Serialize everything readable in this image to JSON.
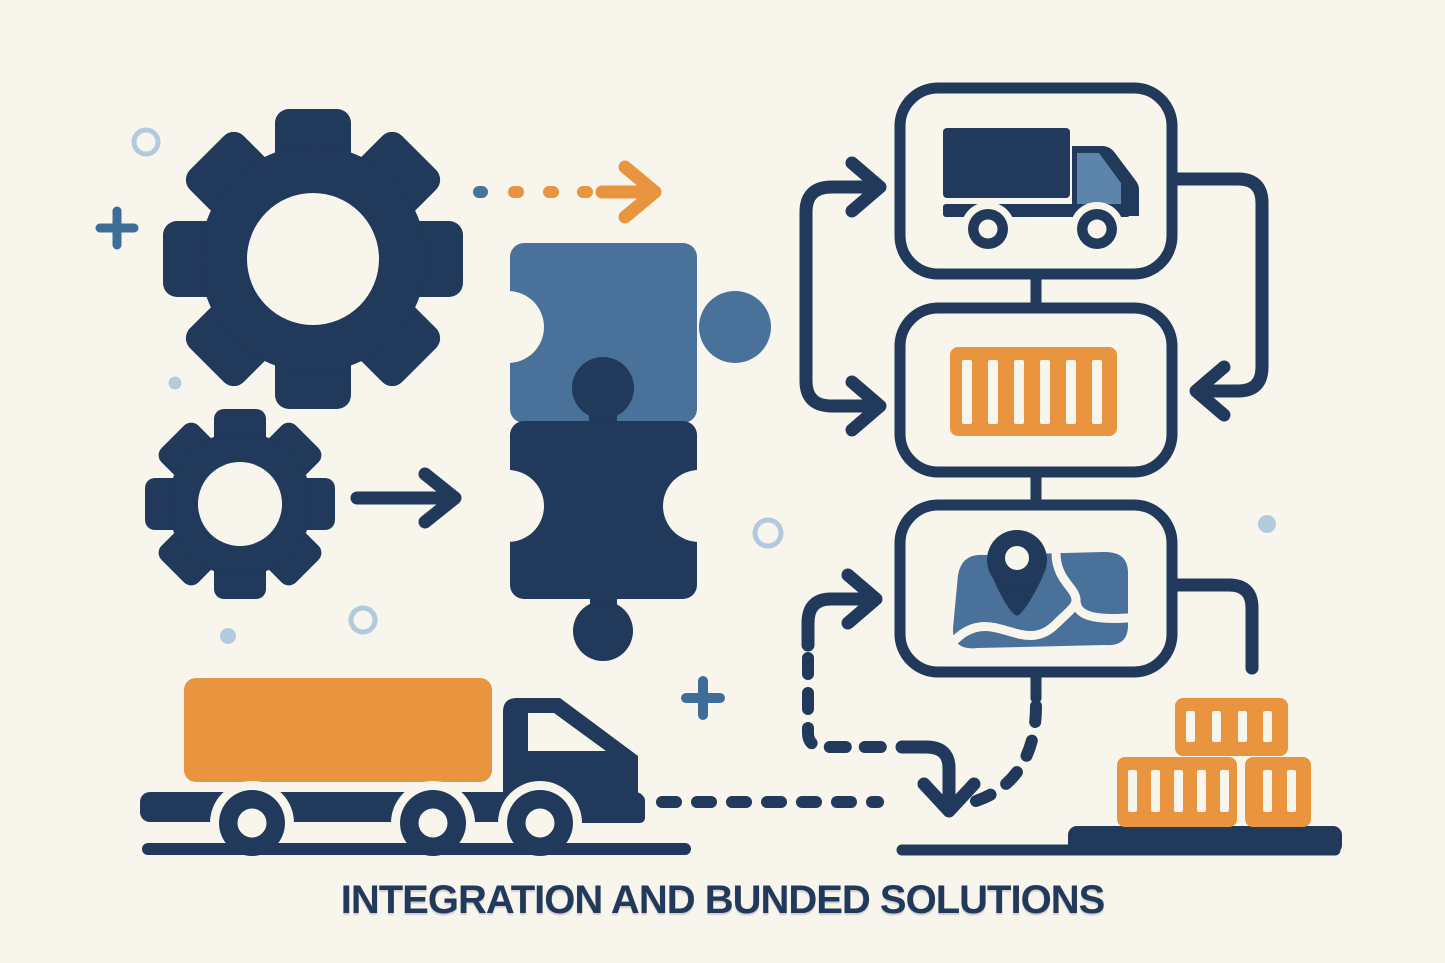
{
  "title": "INTEGRATION AND BUNDED SOLUTIONS",
  "palette": {
    "background": "#f8f5ed",
    "navy": "#21395a",
    "steel_blue": "#4a7199",
    "light_blue": "#b3c9de",
    "orange": "#e9943e",
    "plus_blue": "#3e6d98",
    "cab_window_blue": "#5d84aa"
  },
  "scene": {
    "left_group": {
      "icons": [
        "large-gear",
        "small-gear",
        "right-arrow",
        "orange-dotted-arrow",
        "puzzle-piece-top",
        "puzzle-piece-bottom"
      ]
    },
    "flowchart": {
      "nodes": [
        {
          "id": 1,
          "icon": "delivery-truck"
        },
        {
          "id": 2,
          "icon": "shipping-container"
        },
        {
          "id": 3,
          "icon": "map-location-pin"
        }
      ],
      "connectors": [
        "left-bracket-arrows",
        "right-loop-arrow",
        "vertical-links",
        "right-drop-line",
        "dashed-route-arrow",
        "dashed-route-curve"
      ]
    },
    "bottom_left": {
      "icon": "cargo-truck",
      "wheel_count": 3
    },
    "bottom_right": {
      "icon": "stacked-crates",
      "crate_count": 3
    },
    "decorations": [
      "ring-circles",
      "dots",
      "plus-signs"
    ]
  }
}
